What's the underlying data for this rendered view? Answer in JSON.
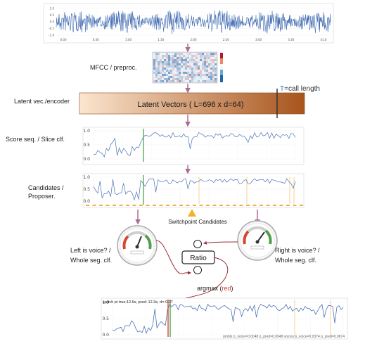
{
  "labels": {
    "mfcc": "MFCC / preproc.",
    "latent_row": "Latent vec./encoder",
    "latent_bar": "Latent Vectors ( L=696 x d=64)",
    "t_call_t": "T",
    "t_call_rest": "=call length",
    "score_row": "Score seq. / Slice clf.",
    "cand_row_1": "Candidates /",
    "cand_row_2": "Proposer.",
    "switchpoint": "Switchpoint Candidates",
    "left_voice_1": "Left is voice? /",
    "left_voice_2": "Whole seg. clf.",
    "right_voice_1": "Right is voice? /",
    "right_voice_2": "Whole seg. clf.",
    "ratio": "Ratio",
    "argmax": "argmax (",
    "argmax_red": "red",
    "argmax_close": ")",
    "bottom_title": "switch pt true:12.6s, pred: 12.3s, d=-0.37",
    "bottom_footer": "pmbls p_voice=0.0048 p_pred=0.0048 voices p_voice=0.0374 p_pred=0.0874"
  },
  "waveform_ticks": {
    "y": [
      "1.0",
      "0.5",
      "0.0",
      "-0.5",
      "-1.0"
    ],
    "x": [
      "0:00",
      "0:30",
      "1:00",
      "1:30",
      "2:00",
      "2:30",
      "3:00",
      "3:30",
      "4:10"
    ]
  },
  "score_ticks_y": [
    "1.0",
    "0.5",
    "0.0"
  ],
  "colors": {
    "arrow": "#b06a96",
    "latent_bar_left": "#fbe6cf",
    "latent_bar_right": "#a8541c",
    "score_line": "#4a72b5",
    "candidate_marker": "#f0b040",
    "green_line": "#3ca03c",
    "red_line": "#d23a2a",
    "gauge_red": "#d8452d",
    "gauge_green": "#4f9f4a",
    "t_letter": "#3a78c8",
    "curve": "#9c2b3b",
    "switchpoint_triangle": "#f0b429"
  }
}
